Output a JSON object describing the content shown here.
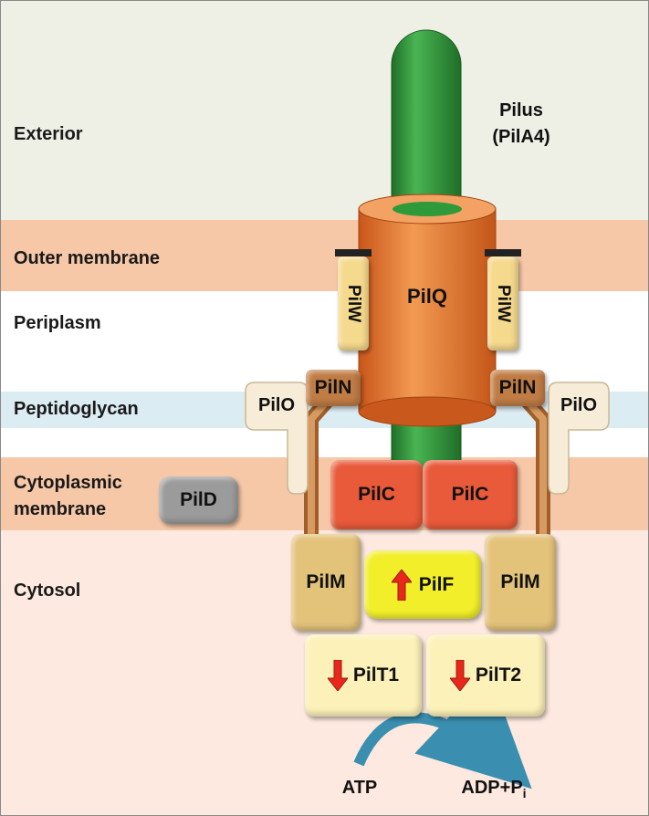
{
  "layers": {
    "exterior": "Exterior",
    "outer_membrane": "Outer membrane",
    "periplasm": "Periplasm",
    "peptidoglycan": "Peptidoglycan",
    "cytoplasmic_membrane_line1": "Cytoplasmic",
    "cytoplasmic_membrane_line2": "membrane",
    "cytosol": "Cytosol"
  },
  "pilus": {
    "line1": "Pilus",
    "line2": "(PilA4)"
  },
  "proteins": {
    "pilq": "PilQ",
    "pilw_left": "PilW",
    "pilw_right": "PilW",
    "piln_left": "PilN",
    "piln_right": "PilN",
    "pilo_left": "PilO",
    "pilo_right": "PilO",
    "pilc_left": "PilC",
    "pilc_right": "PilC",
    "pild": "PilD",
    "pilm_left": "PilM",
    "pilm_right": "PilM",
    "pilf": "PilF",
    "pilt1": "PilT1",
    "pilt2": "PilT2"
  },
  "reaction": {
    "atp": "ATP",
    "adp": "ADP+P",
    "subscript": "i"
  },
  "colors": {
    "exterior_bg": "#eef0e6",
    "membrane_bg": "#f7c8a8",
    "peptidoglycan_bg": "#dcecf3",
    "cytosol_bg": "#fde9df",
    "pilus_green": "#2f9a3a",
    "pilq_orange": "#e8782a",
    "pilc_red": "#e85a3a",
    "pilf_yellow": "#f2ee2a",
    "pilm_tan": "#e3c27a",
    "pilt_cream": "#fcf1b8",
    "pild_gray": "#9b9b9b",
    "arrow_red": "#e8281a",
    "reaction_arrow": "#3a8fb0"
  }
}
